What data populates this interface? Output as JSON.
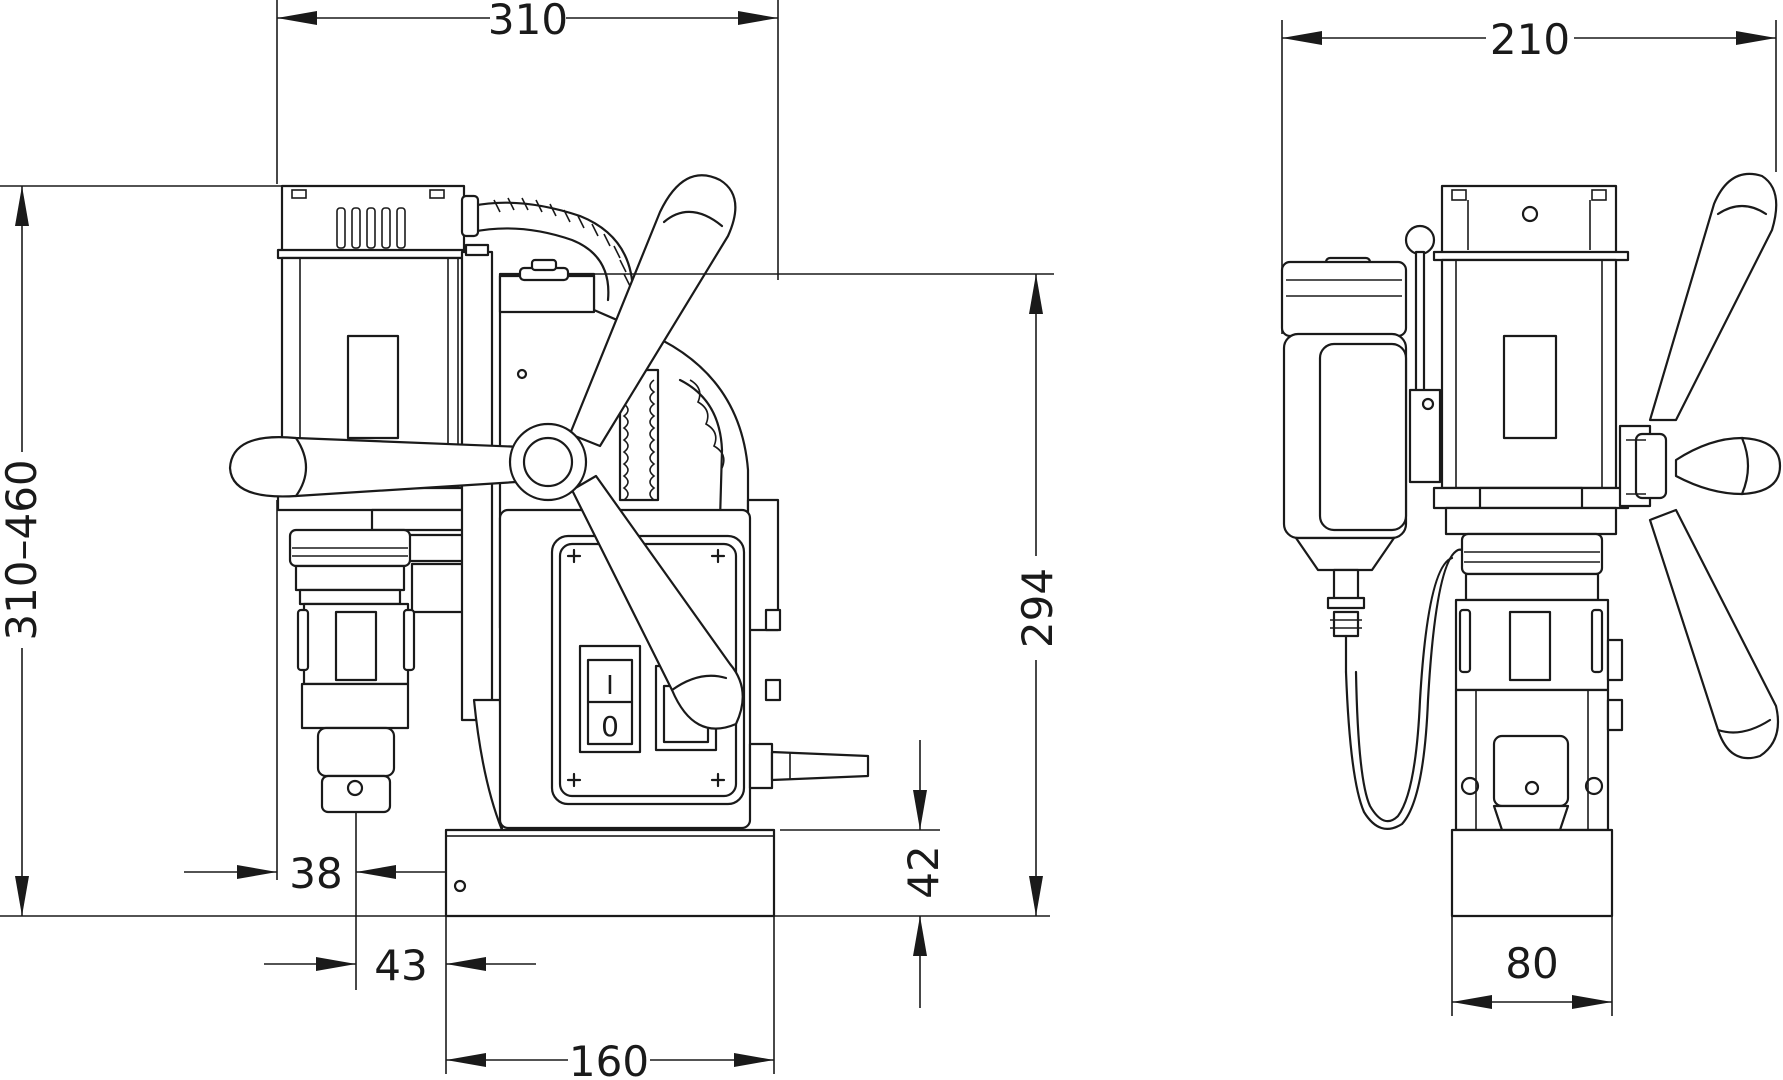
{
  "dimensions": {
    "side_view": {
      "overall_width": "310",
      "height_range": "310–460",
      "stroke_height": "294",
      "spindle_to_base": "38",
      "spindle_offset": "43",
      "base_length": "160",
      "base_height": "42"
    },
    "front_view": {
      "overall_width": "210",
      "base_width": "80"
    }
  },
  "switch": {
    "on_label": "I",
    "off_label": "0"
  }
}
